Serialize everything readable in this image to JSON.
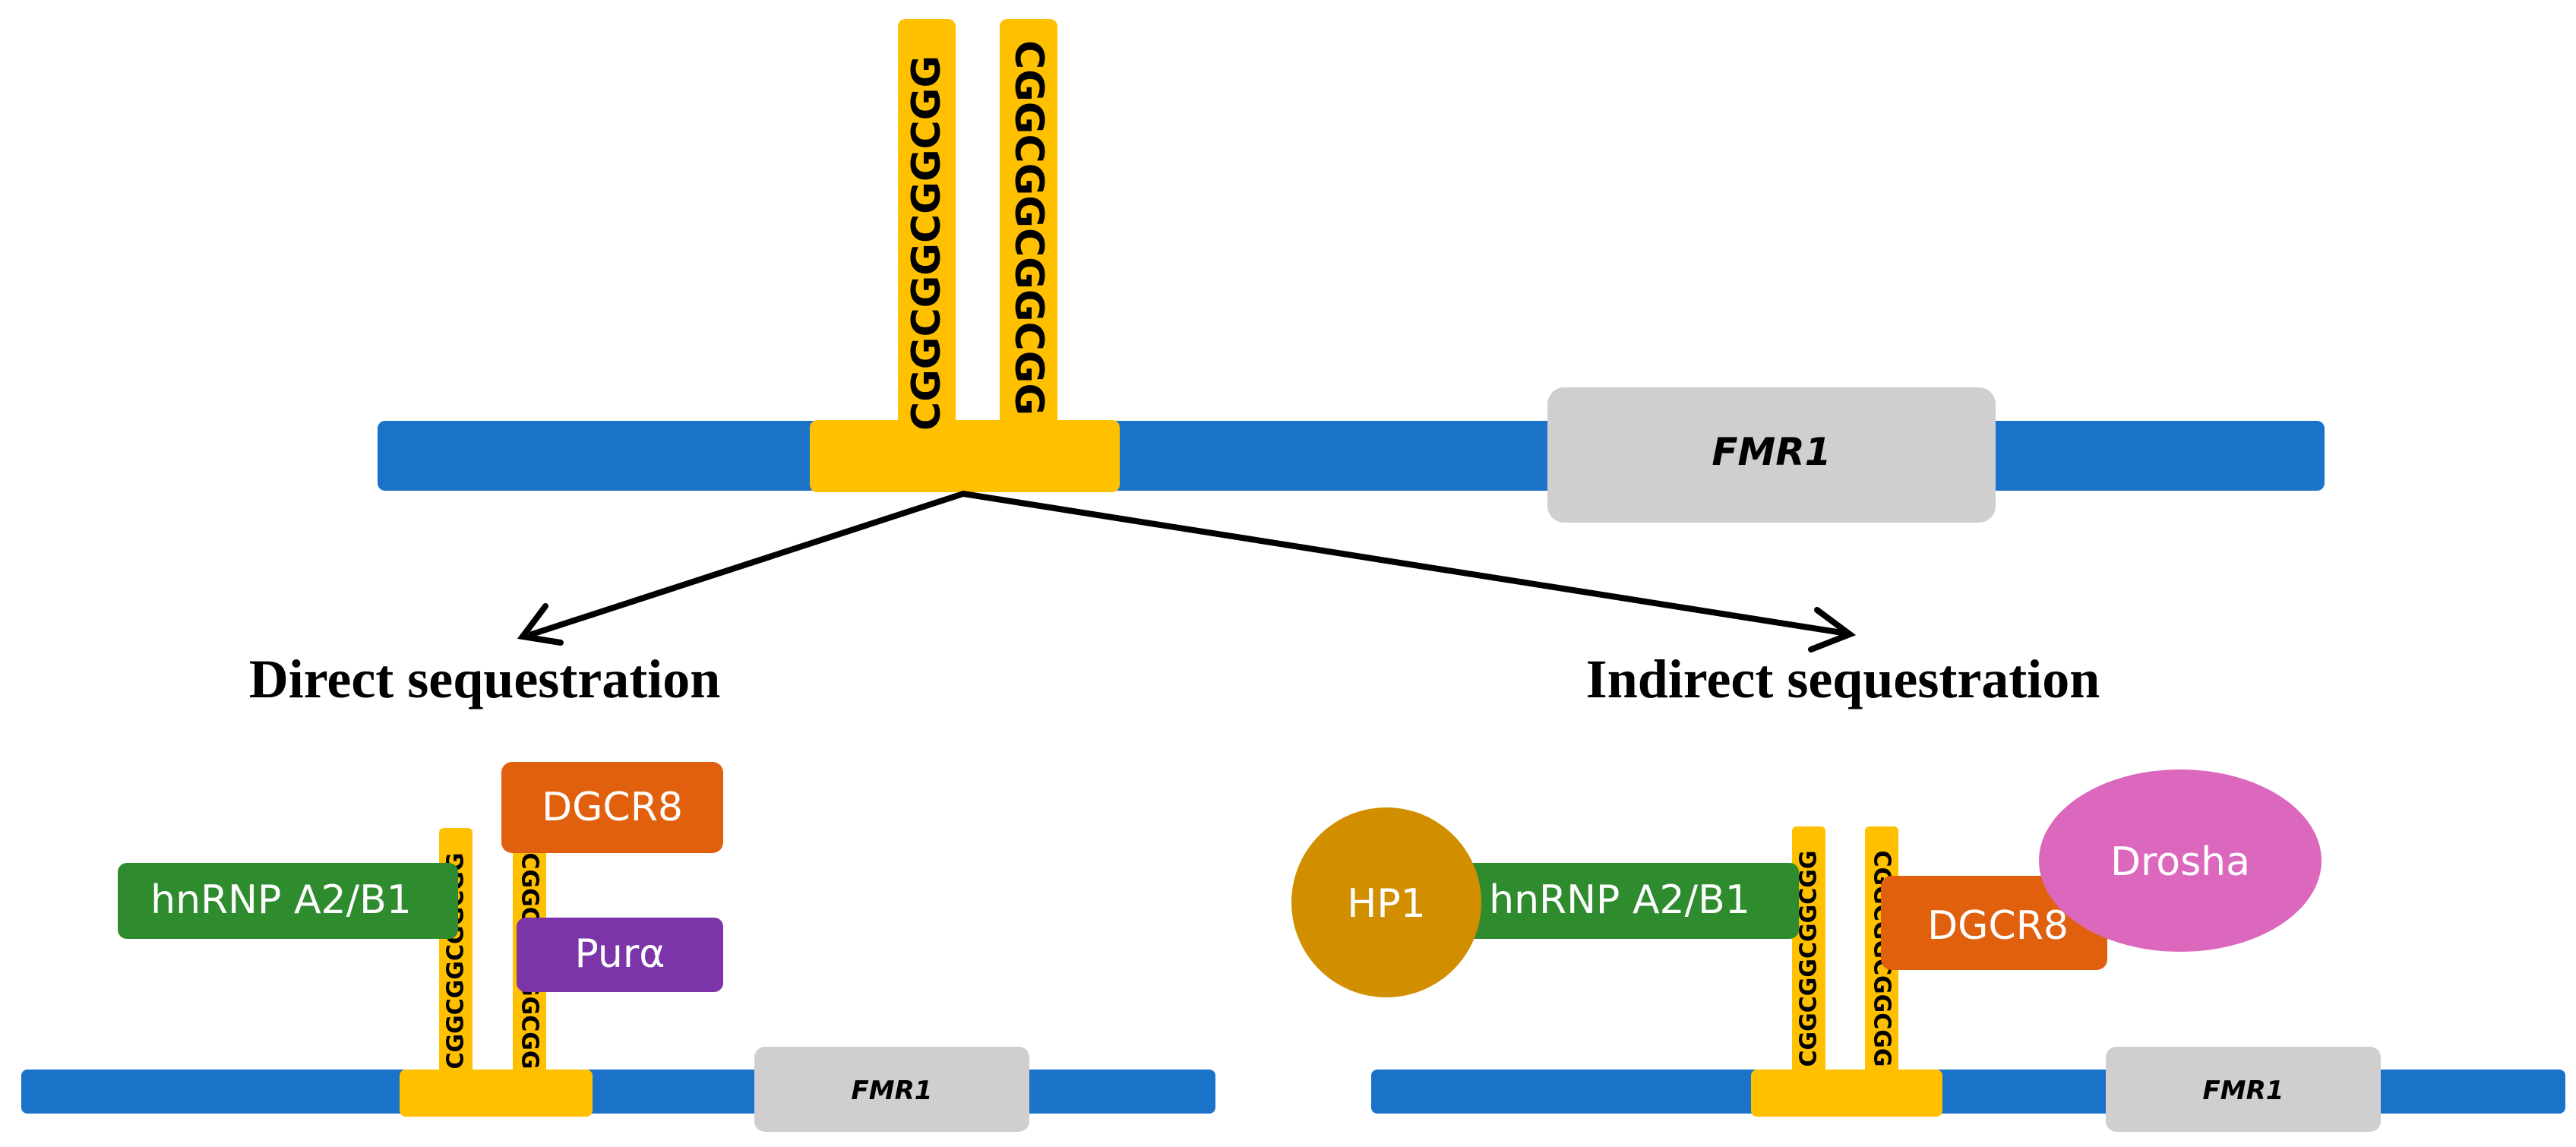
{
  "top": {
    "strand_left_seq": "CGGCGGCGGCGG",
    "strand_right_seq": "CGGCGGCGGCGG",
    "gene_label": "FMR1"
  },
  "headings": {
    "direct": "Direct sequestration",
    "indirect": "Indirect sequestration"
  },
  "direct": {
    "strand_left_seq": "CGGCGGCGGCGG",
    "strand_right_seq": "CGGCGGCGGCGG",
    "proteins": {
      "dgcr8": "DGCR8",
      "hnrnp": "hnRNP A2/B1",
      "pura": "Purα"
    },
    "gene_label": "FMR1"
  },
  "indirect": {
    "strand_left_seq": "CGGCGGCGGCGG",
    "strand_right_seq": "CGGCGGCGGCGG",
    "proteins": {
      "hp1": "HP1",
      "hnrnp": "hnRNP A2/B1",
      "dgcr8": "DGCR8",
      "drosha": "Drosha"
    },
    "gene_label": "FMR1"
  },
  "colors": {
    "dna_blue": "#1A73C9",
    "repeat_yellow": "#FFC000",
    "gene_gray": "#D0CECE",
    "green": "#2E8B2E",
    "orange": "#E0600E",
    "purple": "#7B35A8",
    "gold": "#D18F00",
    "pink": "#DC68BE"
  }
}
